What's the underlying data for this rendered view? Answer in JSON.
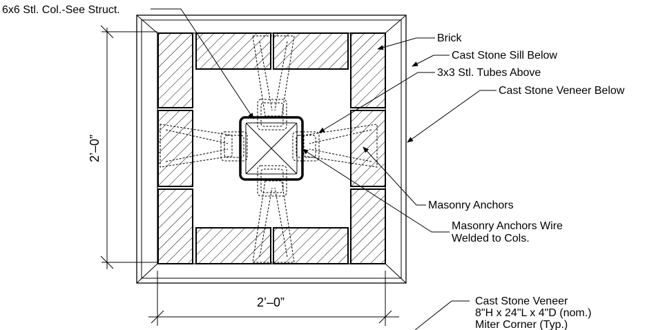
{
  "labels": {
    "column": "6x6 Stl. Col.-See Struct.",
    "brick": "Brick",
    "sill": "Cast Stone Sill Below",
    "tubes": "3x3 Stl. Tubes Above",
    "veneer_below": "Cast Stone Veneer Below",
    "anchors": "Masonry Anchors",
    "anchors_wire_1": "Masonry Anchors Wire",
    "anchors_wire_2": "Welded to Cols.",
    "veneer_note_1": "Cast Stone Veneer",
    "veneer_note_2": "8\"H x 24\"L x 4\"D (nom.)",
    "veneer_note_3": "Miter Corner (Typ.)"
  },
  "dimensions": {
    "vertical": "2’–0”",
    "horizontal": "2’–0”"
  }
}
